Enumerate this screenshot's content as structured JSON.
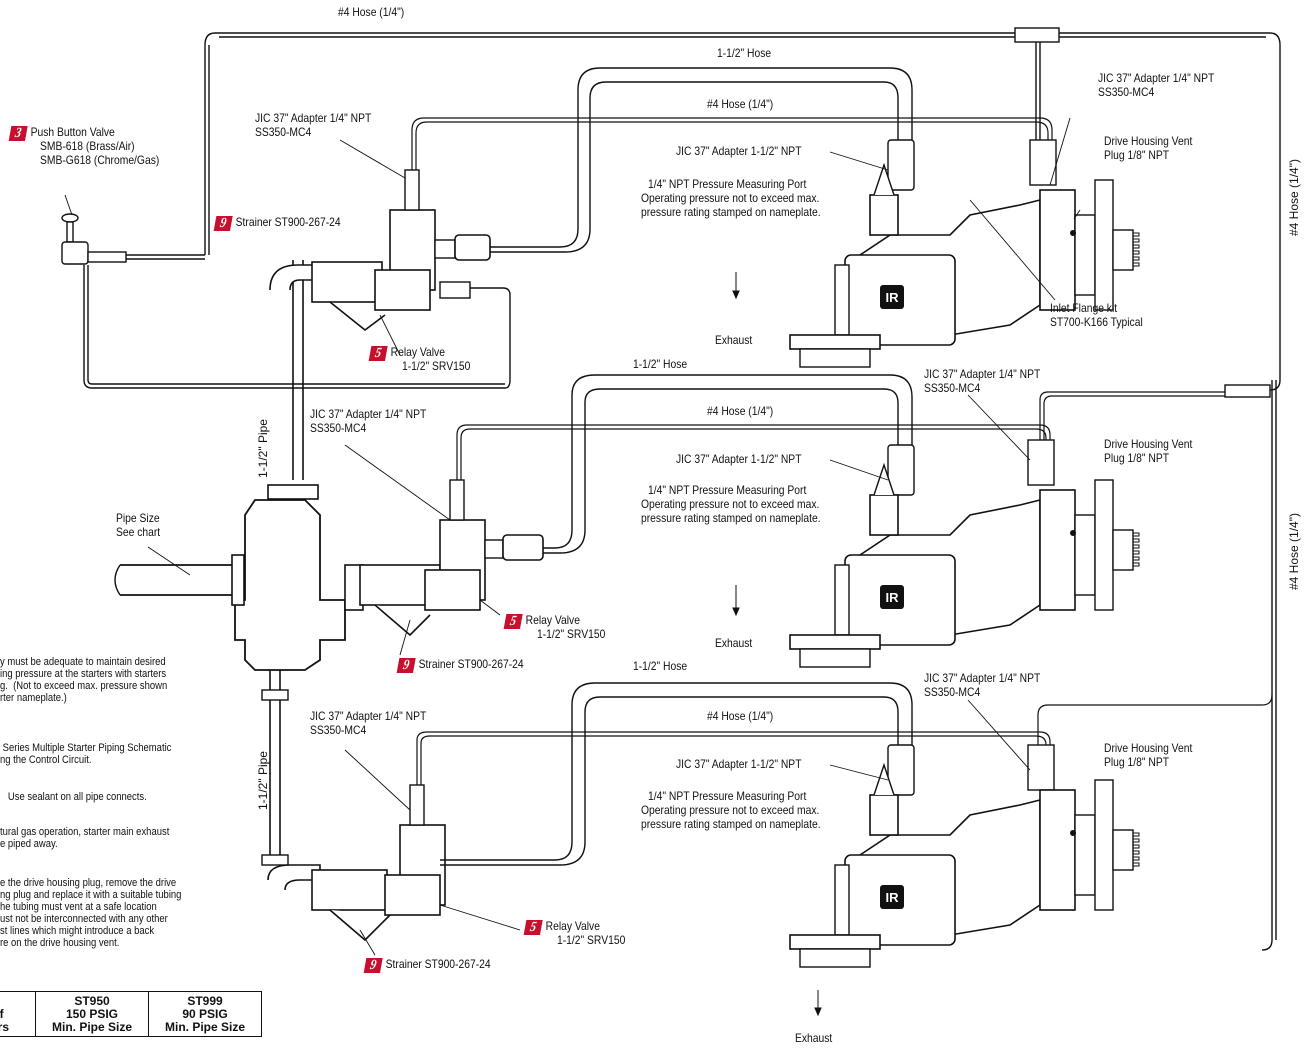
{
  "hoses": {
    "top_hose": "#4 Hose (1/4\")",
    "hose_1_5": "1-1/2\" Hose",
    "hose_4": "#4 Hose (1/4\")",
    "right_vertical_top": "#4 Hose (1/4\")",
    "right_vertical_bottom": "#4 Hose (1/4\")"
  },
  "push_button_valve": {
    "number": "3",
    "line1": "Push Button Valve",
    "line2": "SMB-618 (Brass/Air)",
    "line3": "SMB-G618 (Chrome/Gas)"
  },
  "components": {
    "jic_adapter_quarter_line1": "JIC 37\" Adapter 1/4\" NPT",
    "jic_adapter_quarter_line2": "SS350-MC4",
    "jic_adapter_15": "JIC 37\" Adapter 1-1/2\" NPT",
    "pressure_port_line1": "1/4\" NPT Pressure Measuring Port",
    "pressure_port_line2": "Operating pressure not to exceed max.",
    "pressure_port_line3": "pressure rating stamped on nameplate.",
    "vent_line1": "Drive Housing Vent",
    "vent_line2": "Plug 1/8\" NPT",
    "inlet_line1": "Inlet Flange kit",
    "inlet_line2": "ST700-K166 Typical",
    "exhaust": "Exhaust",
    "strainer_number": "9",
    "strainer": "Strainer ST900-267-24",
    "relay_number": "5",
    "relay_line1": "Relay Valve",
    "relay_line2": "1-1/2\" SRV150",
    "pipe_15": "1-1/2\" Pipe",
    "pipe_size_line1": "Pipe Size",
    "pipe_size_line2": "See chart"
  },
  "notes": [
    "y must be adequate to maintain desired",
    "ing pressure at the starters with starters",
    "g.  (Not to exceed max. pressure shown",
    "rter nameplate.)",
    "",
    " Series Multiple Starter Piping Schematic",
    "ng the Control Circuit.",
    "",
    "   Use sealant on all pipe connects.",
    "",
    "tural gas operation, starter main exhaust",
    "e piped away.",
    "",
    "e the drive housing plug, remove the drive",
    "ng plug and replace it with a suitable tubing",
    "he tubing must vent at a safe location",
    "ust not be interconnected with any other",
    "st lines which might introduce a back",
    "re on the drive housing vent."
  ],
  "table": {
    "col1_line1": "of",
    "col1_line2": "ters",
    "col2_line1": "ST950",
    "col2_line2": "150 PSIG",
    "col2_line3": "Min. Pipe Size",
    "col3_line1": "ST999",
    "col3_line2": "90 PSIG",
    "col3_line3": "Min. Pipe Size"
  },
  "colors": {
    "badge": "#c8102e",
    "line": "#111111",
    "logo_bg": "#111111"
  },
  "logo_icon": "ingersoll-rand-logo-icon"
}
